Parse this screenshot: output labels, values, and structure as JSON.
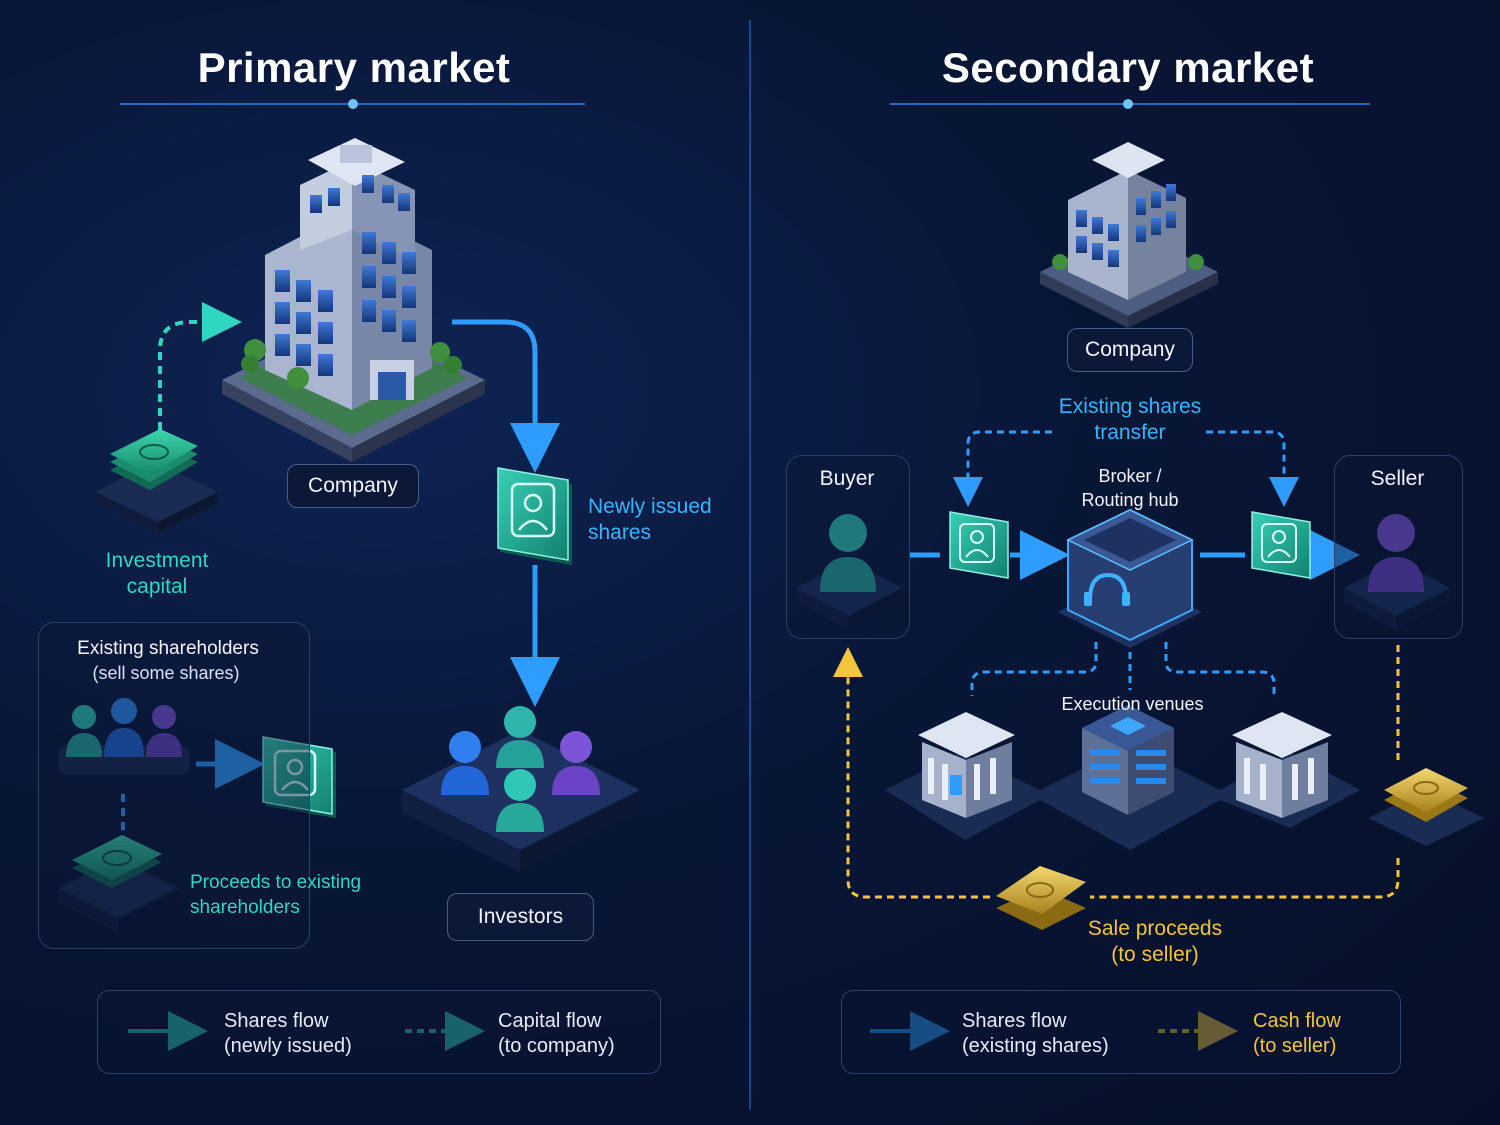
{
  "primary": {
    "title": "Primary market",
    "company_label": "Company",
    "investment_capital": "Investment\ncapital",
    "newly_issued_shares": "Newly issued\nshares",
    "existing_shareholders_title": "Existing shareholders",
    "existing_shareholders_sub": "(sell some shares)",
    "proceeds_label": "Proceeds to existing\nshareholders",
    "investors_label": "Investors",
    "legend": [
      {
        "line1": "Shares flow",
        "line2": "(newly issued)"
      },
      {
        "line1": "Capital flow",
        "line2": "(to company)"
      }
    ]
  },
  "secondary": {
    "title": "Secondary market",
    "company_label": "Company",
    "existing_shares_transfer": "Existing shares\ntransfer",
    "buyer_label": "Buyer",
    "seller_label": "Seller",
    "broker_label": "Broker /\nRouting hub",
    "execution_venues": "Execution venues",
    "sale_proceeds": "Sale proceeds\n(to seller)",
    "legend": [
      {
        "line1": "Shares flow",
        "line2": "(existing shares)"
      },
      {
        "line1": "Cash flow",
        "line2": "(to seller)"
      }
    ]
  },
  "colors": {
    "teal": "#2fd6c0",
    "blue": "#37b4ff",
    "gold": "#f2c53a",
    "purple": "#7b55d6"
  },
  "icons": [
    "building-icon",
    "cash-stack-icon",
    "share-certificate-icon",
    "person-icon",
    "headset-hub-icon",
    "exchange-building-icon",
    "server-building-icon"
  ]
}
